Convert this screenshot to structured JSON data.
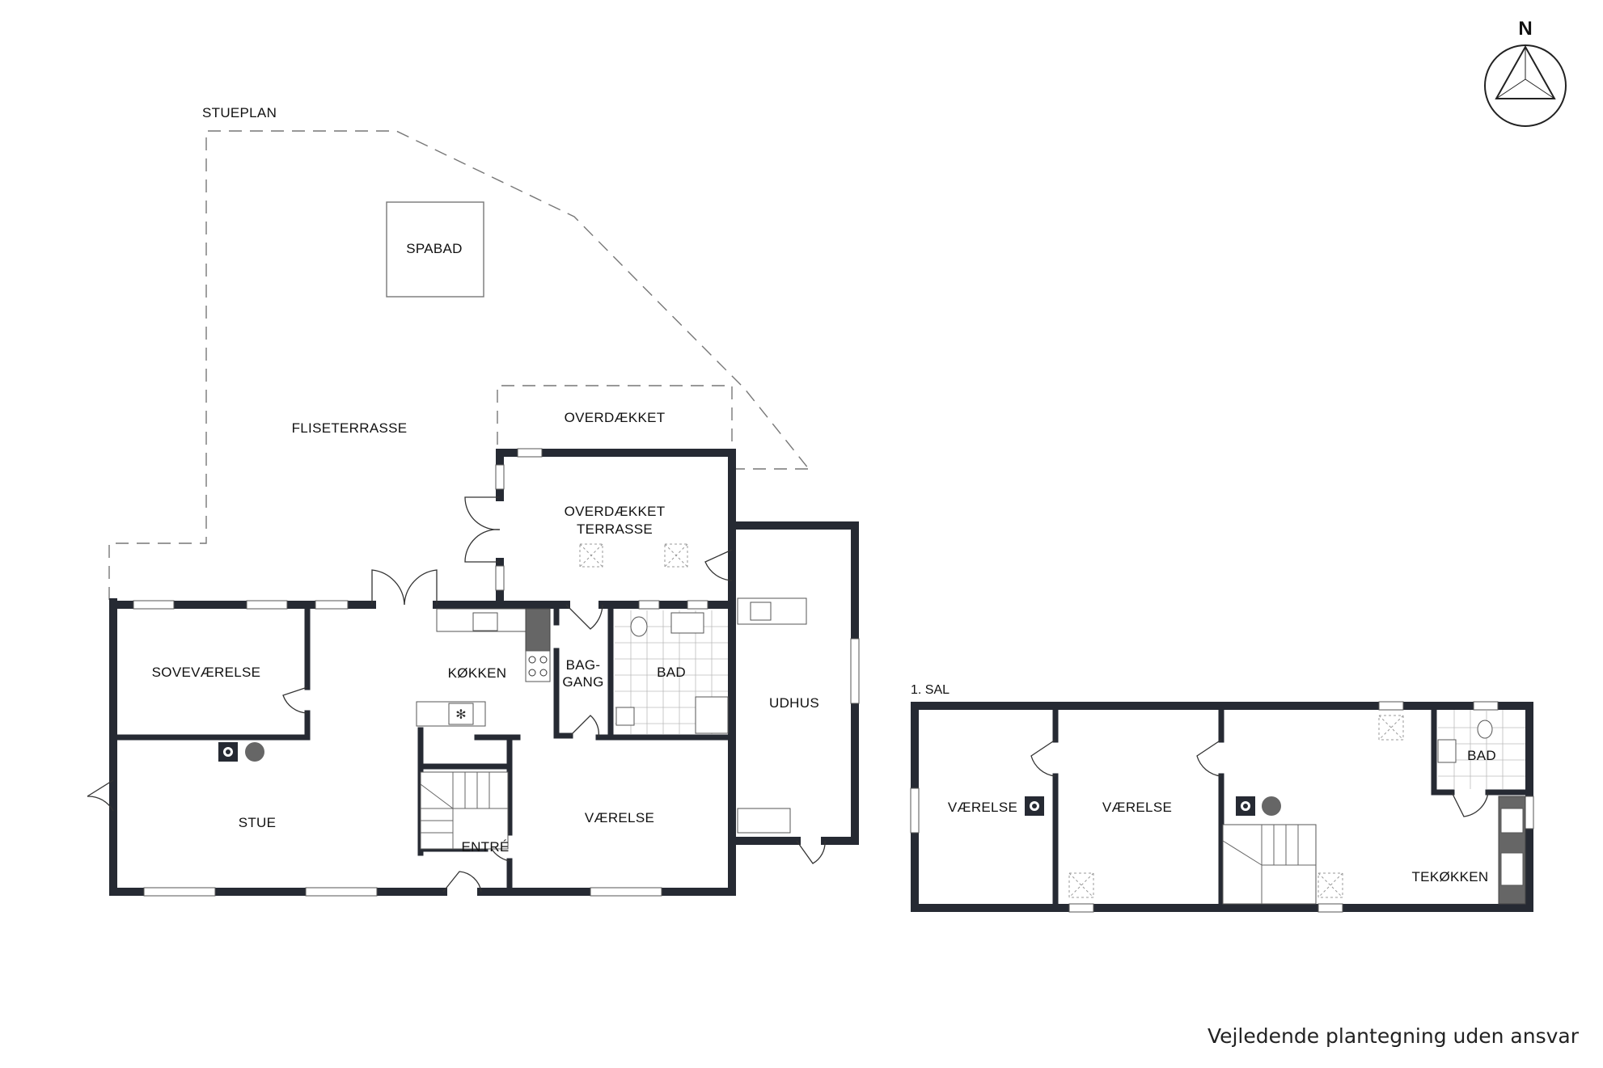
{
  "compass": {
    "label": "N"
  },
  "ground_floor": {
    "title": "STUEPLAN",
    "rooms": {
      "spabad": "SPABAD",
      "fliseterrasse": "FLISETERRASSE",
      "overdaekket": "OVERDÆKKET",
      "overdaekket_terrasse_1": "OVERDÆKKET",
      "overdaekket_terrasse_2": "TERRASSE",
      "sovevaerelse": "SOVEVÆRELSE",
      "kokken": "KØKKEN",
      "baggang_1": "BAG-",
      "baggang_2": "GANG",
      "bad": "BAD",
      "udhus": "UDHUS",
      "stue": "STUE",
      "entre": "ENTRÉ",
      "vaerelse": "VÆRELSE"
    }
  },
  "first_floor": {
    "title": "1. SAL",
    "rooms": {
      "vaerelse_1": "VÆRELSE",
      "vaerelse_2": "VÆRELSE",
      "bad": "BAD",
      "tekokken": "TEKØKKEN"
    }
  },
  "disclaimer": "Vejledende plantegning uden ansvar"
}
